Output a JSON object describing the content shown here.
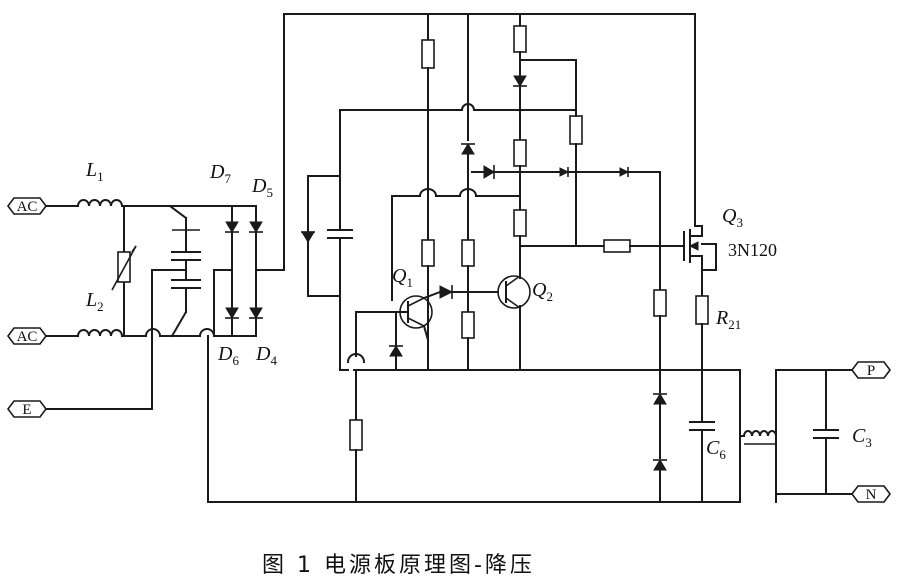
{
  "caption": "图 1   电源板原理图-降压",
  "connectors": {
    "ac1": "AC",
    "ac2": "AC",
    "e": "E",
    "p": "P",
    "n": "N"
  },
  "labels": {
    "L1": {
      "main": "L",
      "sub": "1"
    },
    "L2": {
      "main": "L",
      "sub": "2"
    },
    "D7": {
      "main": "D",
      "sub": "7"
    },
    "D5": {
      "main": "D",
      "sub": "5"
    },
    "D6": {
      "main": "D",
      "sub": "6"
    },
    "D4": {
      "main": "D",
      "sub": "4"
    },
    "Q1": {
      "main": "Q",
      "sub": "1"
    },
    "Q2": {
      "main": "Q",
      "sub": "2"
    },
    "Q3": {
      "main": "Q",
      "sub": "3"
    },
    "R21": {
      "main": "R",
      "sub": "21"
    },
    "C6": {
      "main": "C",
      "sub": "6"
    },
    "C3": {
      "main": "C",
      "sub": "3"
    },
    "q3_part": "3N120"
  },
  "colors": {
    "ink": "#1a1a1a",
    "background": "#ffffff"
  }
}
